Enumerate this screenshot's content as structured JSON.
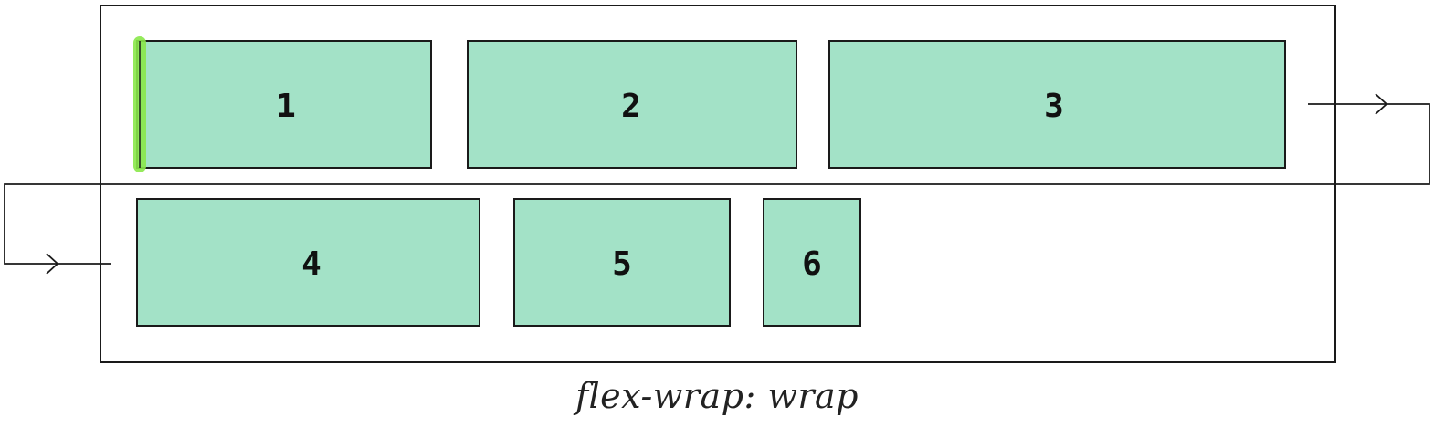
{
  "caption": "flex-wrap: wrap",
  "items": [
    {
      "label": "1"
    },
    {
      "label": "2"
    },
    {
      "label": "3"
    },
    {
      "label": "4"
    },
    {
      "label": "5"
    },
    {
      "label": "6"
    }
  ],
  "colors": {
    "item_fill": "#a3e2c7",
    "stroke": "#1a1a1a",
    "highlight": "#8ae84a"
  }
}
